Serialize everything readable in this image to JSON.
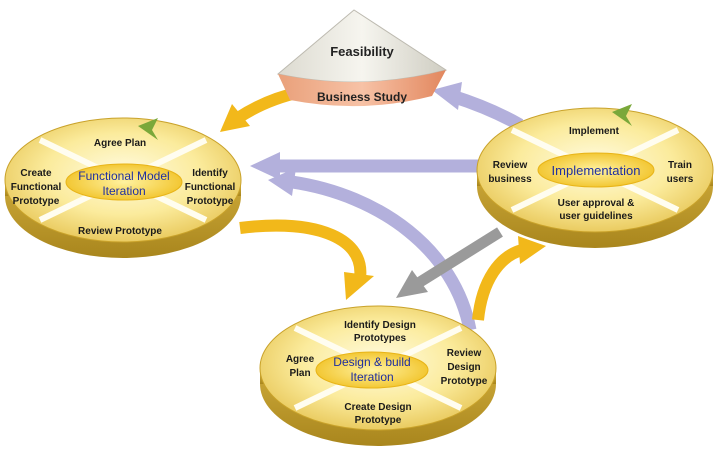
{
  "feasibility": {
    "top": "Feasibility",
    "bottom": "Business Study"
  },
  "functional_model": {
    "center": [
      "Functional Model",
      "Iteration"
    ],
    "top": "Agree Plan",
    "left": [
      "Create",
      "Functional",
      "Prototype"
    ],
    "right": [
      "Identify",
      "Functional",
      "Prototype"
    ],
    "bottom": "Review Prototype"
  },
  "implementation": {
    "center": "Implementation",
    "top": "Implement",
    "left": [
      "Review",
      "business"
    ],
    "right": [
      "Train",
      "users"
    ],
    "bottom": [
      "User approval &",
      "user guidelines"
    ]
  },
  "design_build": {
    "center": [
      "Design & build",
      "Iteration"
    ],
    "top": [
      "Identify Design",
      "Prototypes"
    ],
    "left": [
      "Agree",
      "Plan"
    ],
    "right": [
      "Review",
      "Design",
      "Prototype"
    ],
    "bottom": [
      "Create Design",
      "Prototype"
    ]
  },
  "colors": {
    "disc_light": "#fff6b8",
    "disc_mid": "#f4d96a",
    "disc_edge": "#c9a22a",
    "center_ring": "#f0c020",
    "arrow_yellow": "#f2b81a",
    "arrow_purple": "#b3b0dc",
    "arrow_gray": "#9a9a9a",
    "cone_top": "#ecebe4",
    "cone_band": "#e58a62",
    "accent_green": "#7aa83a"
  }
}
